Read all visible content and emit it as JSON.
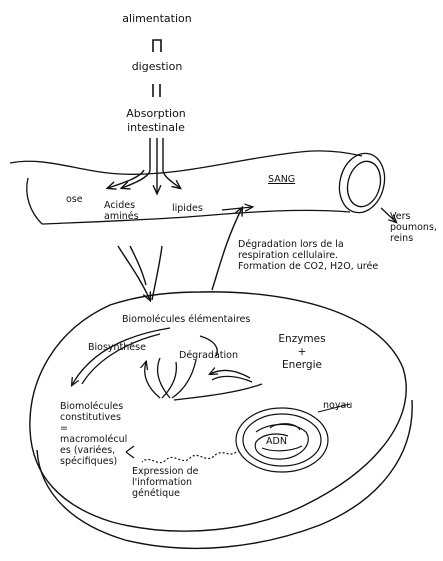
{
  "diagram": {
    "labels": {
      "alimentation": "alimentation",
      "digestion": "digestion",
      "absorption_line1": "Absorption",
      "absorption_line2": "intestinale",
      "ose": "ose",
      "acides_line1": "Acides",
      "acides_line2": "aminés",
      "lipides": "lipides",
      "sang": "SANG",
      "vers_line1": "Vers",
      "vers_line2": "poumons,",
      "vers_line3": "reins",
      "degradation_line1": "Dégradation lors de la",
      "degradation_line2": "respiration cellulaire.",
      "degradation_line3": "Formation de CO2, H2O, urée",
      "biomolecules_elementaires": "Biomolécules élémentaires",
      "biosynthese": "Biosynthèse",
      "degradation": "Dégradation",
      "enzymes": "Enzymes",
      "plus": "+",
      "energie": "Energie",
      "noyau": "noyau",
      "adn": "ADN",
      "constitutives_line1": "Biomolécules",
      "constitutives_line2": "constitutives",
      "constitutives_line3": "=",
      "constitutives_line4": "macromolécul",
      "constitutives_line5": "es (variées,",
      "constitutives_line6": "spécifiques)",
      "expression_line1": "Expression de",
      "expression_line2": "l'information",
      "expression_line3": "génétique"
    }
  }
}
